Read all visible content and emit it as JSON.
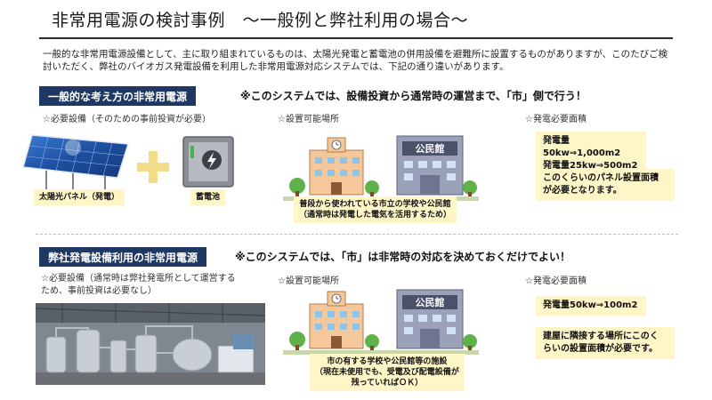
{
  "title": "非常用電源の検討事例　～一般例と弊社利用の場合～",
  "intro": "一般的な非常用電源設備として、主に取り組まれているものは、太陽光発電と蓄電池の併用設備を避難所に設置するものがありますが、このたびご検討いただく、弊社のバイオガス発電設備を利用した非常用電源対応システムでは、下記の通り違いがあります。",
  "section1": {
    "banner": "一般的な考え方の非常用電源",
    "note": "※このシステムでは、設備投資から通常時の運営まで、「市」側で行う！",
    "equipment_label": "☆必要設備（そのための事前投資が必要）",
    "location_label": "☆設置可能場所",
    "area_label": "☆発電必要面積",
    "solar_caption": "太陽光パネル（発電）",
    "battery_caption": "蓄電池",
    "location_caption_line1": "普段から使われている市立の学校や公民館",
    "location_caption_line2": "（通常時は発電した電気を活用するため）",
    "building_sign": "公民館",
    "area_line1": "発電量50kw⇒1,000m2",
    "area_line2": "発電量25kw⇒500m2",
    "area_note_line1": "このくらいのパネル設置面積",
    "area_note_line2": "が必要となります。"
  },
  "section2": {
    "banner": "弊社発電設備利用の非常用電源",
    "note": "※このシステムでは、「市」は非常時の対応を決めておくだけでよい！",
    "equipment_label_line1": "☆必要設備（通常時は弊社発電所として運営する",
    "equipment_label_line2": "ため、事前投資は必要なし）",
    "location_label": "☆設置可能場所",
    "area_label": "☆発電必要面積",
    "location_caption_line1": "市の有する学校や公民館等の施設",
    "location_caption_line2": "（現在未使用でも、受電及び配電設備が",
    "location_caption_line3": "残っていればＯＫ）",
    "building_sign": "公民館",
    "area_line1": "発電量50kw⇒100m2",
    "area_note_line1": "建屋に隣接する場所にこのく",
    "area_note_line2": "らいの設置面積が必要です。"
  },
  "colors": {
    "banner": "#1f3763",
    "caption_bg": "#fff6c8",
    "plus": "#f1dd8a"
  },
  "icons": [
    "solar-panel-icon",
    "plus-icon",
    "battery-icon",
    "school-icon",
    "community-hall-icon",
    "tree-icon",
    "clock-icon",
    "bolt-icon"
  ]
}
